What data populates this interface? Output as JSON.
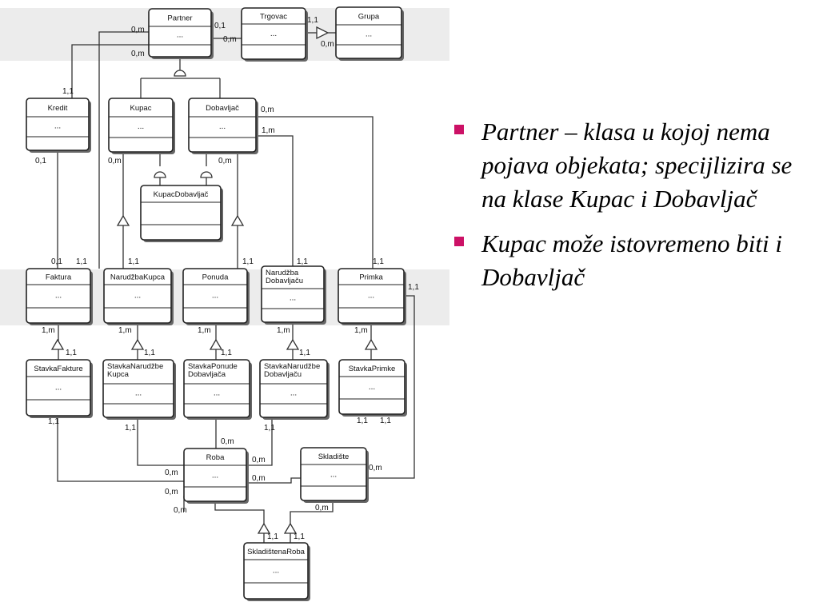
{
  "theme": {
    "bullet_color": "#cc1166",
    "band_color": "#ececec"
  },
  "diagram": {
    "classes": {
      "partner": {
        "name": "Partner",
        "body": "..."
      },
      "trgovac": {
        "name": "Trgovac",
        "body": "..."
      },
      "grupa": {
        "name": "Grupa",
        "body": "..."
      },
      "kredit": {
        "name": "Kredit",
        "body": "..."
      },
      "kupac": {
        "name": "Kupac",
        "body": "..."
      },
      "dobavljac": {
        "name": "Dobavljač",
        "body": "..."
      },
      "kupacdobavljac": {
        "name": "KupacDobavljač",
        "body": ""
      },
      "faktura": {
        "name": "Faktura",
        "body": "..."
      },
      "narudzbakupca": {
        "name": "NarudžbaKupca",
        "body": "..."
      },
      "ponuda": {
        "name": "Ponuda",
        "body": "..."
      },
      "narudzbadobavljacu": {
        "name": "Narudžba\nDobavljaču",
        "body": "..."
      },
      "primka": {
        "name": "Primka",
        "body": "..."
      },
      "stavkafakture": {
        "name": "StavkaFakture",
        "body": "..."
      },
      "stavkanarudzbekupca": {
        "name": "StavkaNarudžbe\nKupca",
        "body": "..."
      },
      "stavkaponudedobavljaca": {
        "name": "StavkaPonude\nDobavljača",
        "body": "..."
      },
      "stavkanarudzbedobavljacu": {
        "name": "StavkaNarudžbe\nDobavljaču",
        "body": "..."
      },
      "stavkaprimke": {
        "name": "StavkaPrimke",
        "body": "..."
      },
      "roba": {
        "name": "Roba",
        "body": "..."
      },
      "skladiste": {
        "name": "Skladište",
        "body": "..."
      },
      "skladistenaroba": {
        "name": "SkladištenaRoba",
        "body": "..."
      }
    },
    "multiplicity": {
      "m1": "0,m",
      "m2": "0,m",
      "m3": "0,1",
      "m4": "0,m",
      "m5": "1,1",
      "m6": "0,m",
      "m7": "1,1",
      "m8": "0,1",
      "m9": "0,m",
      "m10": "1,m",
      "m11": "0,m",
      "m12": "0,m",
      "m13": "0,1",
      "m14": "1,1",
      "m15": "1,1",
      "m16": "1,1",
      "m17": "1,1",
      "m18": "1,1",
      "m19": "1,1",
      "m20": "1,m",
      "m21": "1,1",
      "m22": "1,m",
      "m23": "1,1",
      "m24": "1,m",
      "m25": "1,1",
      "m26": "1,m",
      "m27": "1,1",
      "m28": "1,m",
      "m29": "1,1",
      "m30": "1,1",
      "m31": "1,1",
      "m32": "0,m",
      "m33": "1,1",
      "m34": "0,m",
      "m35": "1,1",
      "m36": "0,m",
      "m37": "0,m",
      "m38": "0,m",
      "m39": "0,m",
      "m40": "0,m",
      "m41": "0,m",
      "m42": "1,1",
      "m43": "1,1"
    }
  },
  "bullets": [
    "Partner – klasa u kojoj nema pojava objekata; specijlizira se na klase Kupac i Dobavljač",
    "Kupac može istovremeno biti i Dobavljač"
  ]
}
